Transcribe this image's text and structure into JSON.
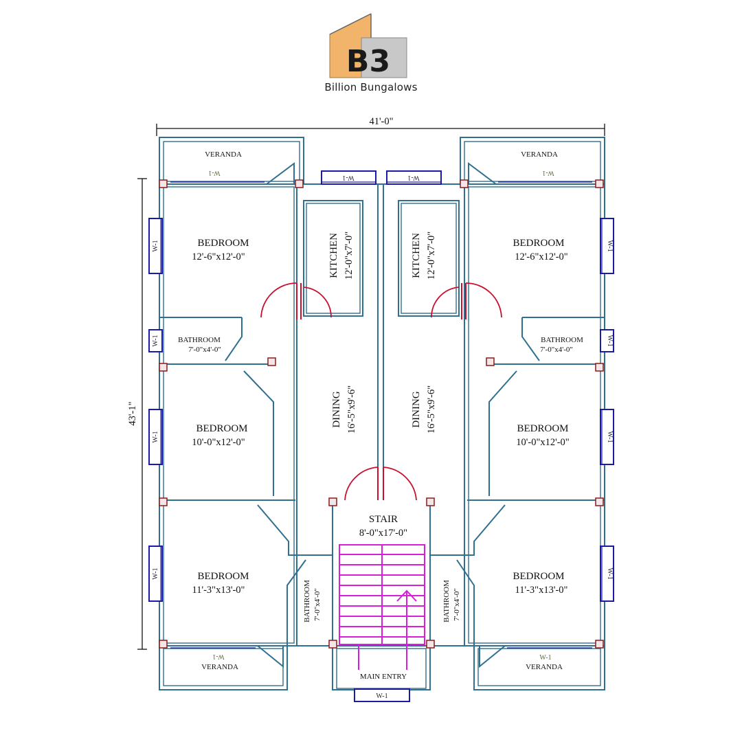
{
  "brand": {
    "logo_letters": "B3",
    "name": "Billion Bungalows"
  },
  "dimensions": {
    "overall_width": "41'-0\"",
    "overall_depth": "43'-1\""
  },
  "rooms": {
    "veranda_top_left": "VERANDA",
    "veranda_top_right": "VERANDA",
    "veranda_bottom_left": "VERANDA",
    "veranda_bottom_right": "VERANDA",
    "bedroom_tl": {
      "name": "BEDROOM",
      "size": "12'-6\"x12'-0\""
    },
    "bedroom_tr": {
      "name": "BEDROOM",
      "size": "12'-6\"x12'-0\""
    },
    "bedroom_ml": {
      "name": "BEDROOM",
      "size": "10'-0\"x12'-0\""
    },
    "bedroom_mr": {
      "name": "BEDROOM",
      "size": "10'-0\"x12'-0\""
    },
    "bedroom_bl": {
      "name": "BEDROOM",
      "size": "11'-3\"x13'-0\""
    },
    "bedroom_br": {
      "name": "BEDROOM",
      "size": "11'-3\"x13'-0\""
    },
    "kitchen_l": {
      "name": "KITCHEN",
      "size": "12'-0\"x7'-0\""
    },
    "kitchen_r": {
      "name": "KITCHEN",
      "size": "12'-0\"x7'-0\""
    },
    "bath_l": {
      "name": "BATHROOM",
      "size": "7'-0\"x4'-0\""
    },
    "bath_r": {
      "name": "BATHROOM",
      "size": "7'-0\"x4'-0\""
    },
    "bath_bl": {
      "name": "BATHROOM",
      "size": "7'-0\"x4'-0\""
    },
    "bath_br": {
      "name": "BATHROOM",
      "size": "7'-0\"x4'-0\""
    },
    "dining_l": {
      "name": "DINING",
      "size": "16'-5\"x9'-6\""
    },
    "dining_r": {
      "name": "DINING",
      "size": "16'-5\"x9'-6\""
    },
    "stair": {
      "name": "STAIR",
      "size": "8'-0\"x17'-0\""
    },
    "main_entry": "MAIN ENTRY"
  },
  "window_label": "W-1",
  "colors": {
    "wall": "#2f6f8f",
    "wall_fill": "#ffffff",
    "column": "#8b1a1a",
    "window": "#1a1aa8",
    "door": "#c8102e",
    "stair": "#d61fd6",
    "logo_orange": "#f2b36b",
    "logo_grey": "#c8c8c8"
  }
}
